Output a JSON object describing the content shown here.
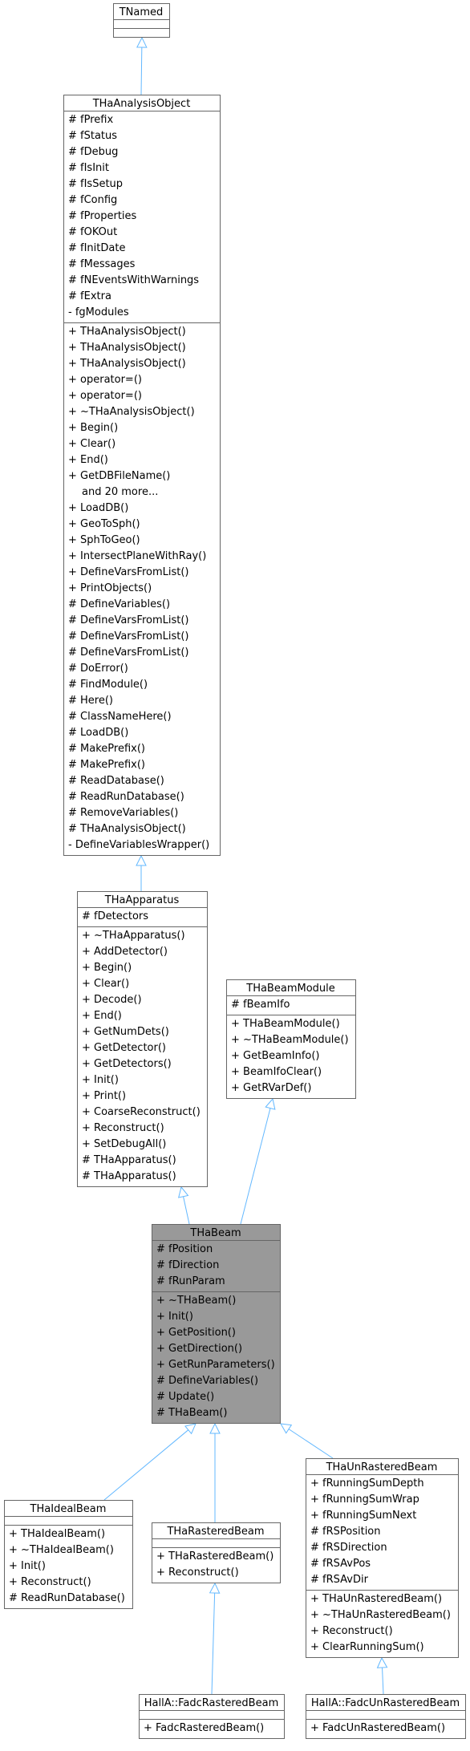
{
  "colors": {
    "box_fill": "#ffffff",
    "focus_fill": "#999999",
    "border": "#666666",
    "edge": "#63b8ff"
  },
  "classes": [
    {
      "id": "tnamed",
      "name": "TNamed",
      "attributes": [],
      "methods": []
    },
    {
      "id": "thaanalysisobject",
      "name": "THaAnalysisObject",
      "attributes": [
        "# fPrefix",
        "# fStatus",
        "# fDebug",
        "# fIsInit",
        "# fIsSetup",
        "# fConfig",
        "# fProperties",
        "# fOKOut",
        "# fInitDate",
        "# fMessages",
        "# fNEventsWithWarnings",
        "# fExtra",
        "- fgModules"
      ],
      "methods": [
        "+ THaAnalysisObject()",
        "+ THaAnalysisObject()",
        "+ THaAnalysisObject()",
        "+ operator=()",
        "+ operator=()",
        "+ ~THaAnalysisObject()",
        "+ Begin()",
        "+ Clear()",
        "+ End()",
        "+ GetDBFileName()",
        "and 20 more...",
        "+ LoadDB()",
        "+ GeoToSph()",
        "+ SphToGeo()",
        "+ IntersectPlaneWithRay()",
        "+ DefineVarsFromList()",
        "+ PrintObjects()",
        "# DefineVariables()",
        "# DefineVarsFromList()",
        "# DefineVarsFromList()",
        "# DefineVarsFromList()",
        "# DoError()",
        "# FindModule()",
        "# Here()",
        "# ClassNameHere()",
        "# LoadDB()",
        "# MakePrefix()",
        "# MakePrefix()",
        "# ReadDatabase()",
        "# ReadRunDatabase()",
        "# RemoveVariables()",
        "# THaAnalysisObject()",
        "- DefineVariablesWrapper()"
      ]
    },
    {
      "id": "thaapparatus",
      "name": "THaApparatus",
      "attributes": [
        "# fDetectors"
      ],
      "methods": [
        "+ ~THaApparatus()",
        "+ AddDetector()",
        "+ Begin()",
        "+ Clear()",
        "+ Decode()",
        "+ End()",
        "+ GetNumDets()",
        "+ GetDetector()",
        "+ GetDetectors()",
        "+ Init()",
        "+ Print()",
        "+ CoarseReconstruct()",
        "+ Reconstruct()",
        "+ SetDebugAll()",
        "# THaApparatus()",
        "# THaApparatus()"
      ]
    },
    {
      "id": "thabeammodule",
      "name": "THaBeamModule",
      "attributes": [
        "# fBeamIfo"
      ],
      "methods": [
        "+ THaBeamModule()",
        "+ ~THaBeamModule()",
        "+ GetBeamInfo()",
        "+ BeamIfoClear()",
        "+ GetRVarDef()"
      ]
    },
    {
      "id": "thabeam",
      "name": "THaBeam",
      "focus": true,
      "attributes": [
        "# fPosition",
        "# fDirection",
        "# fRunParam"
      ],
      "methods": [
        "+ ~THaBeam()",
        "+ Init()",
        "+ GetPosition()",
        "+ GetDirection()",
        "+ GetRunParameters()",
        "# DefineVariables()",
        "# Update()",
        "# THaBeam()"
      ]
    },
    {
      "id": "thaidealbeam",
      "name": "THaIdealBeam",
      "attributes": [],
      "methods": [
        "+ THaIdealBeam()",
        "+ ~THaIdealBeam()",
        "+ Init()",
        "+ Reconstruct()",
        "# ReadRunDatabase()"
      ]
    },
    {
      "id": "tharasteredbeam",
      "name": "THaRasteredBeam",
      "attributes": [],
      "methods": [
        "+ THaRasteredBeam()",
        "+ Reconstruct()"
      ]
    },
    {
      "id": "thaunrasteredbeam",
      "name": "THaUnRasteredBeam",
      "attributes": [
        "+ fRunningSumDepth",
        "+ fRunningSumWrap",
        "+ fRunningSumNext",
        "# fRSPosition",
        "# fRSDirection",
        "# fRSAvPos",
        "# fRSAvDir"
      ],
      "methods": [
        "+ THaUnRasteredBeam()",
        "+ ~THaUnRasteredBeam()",
        "+ Reconstruct()",
        "+ ClearRunningSum()"
      ]
    },
    {
      "id": "fadcrasteredbeam",
      "name": "HallA::FadcRasteredBeam",
      "attributes": [],
      "methods": [
        "+ FadcRasteredBeam()"
      ]
    },
    {
      "id": "fadcunrasteredbeam",
      "name": "HallA::FadcUnRasteredBeam",
      "attributes": [],
      "methods": [
        "+ FadcUnRasteredBeam()"
      ]
    }
  ],
  "edges": [
    {
      "from": "thaanalysisobject",
      "to": "tnamed"
    },
    {
      "from": "thaapparatus",
      "to": "thaanalysisobject"
    },
    {
      "from": "thabeam",
      "to": "thaapparatus"
    },
    {
      "from": "thabeam",
      "to": "thabeammodule"
    },
    {
      "from": "thaidealbeam",
      "to": "thabeam"
    },
    {
      "from": "tharasteredbeam",
      "to": "thabeam"
    },
    {
      "from": "thaunrasteredbeam",
      "to": "thabeam"
    },
    {
      "from": "fadcrasteredbeam",
      "to": "tharasteredbeam"
    },
    {
      "from": "fadcunrasteredbeam",
      "to": "thaunrasteredbeam"
    }
  ]
}
